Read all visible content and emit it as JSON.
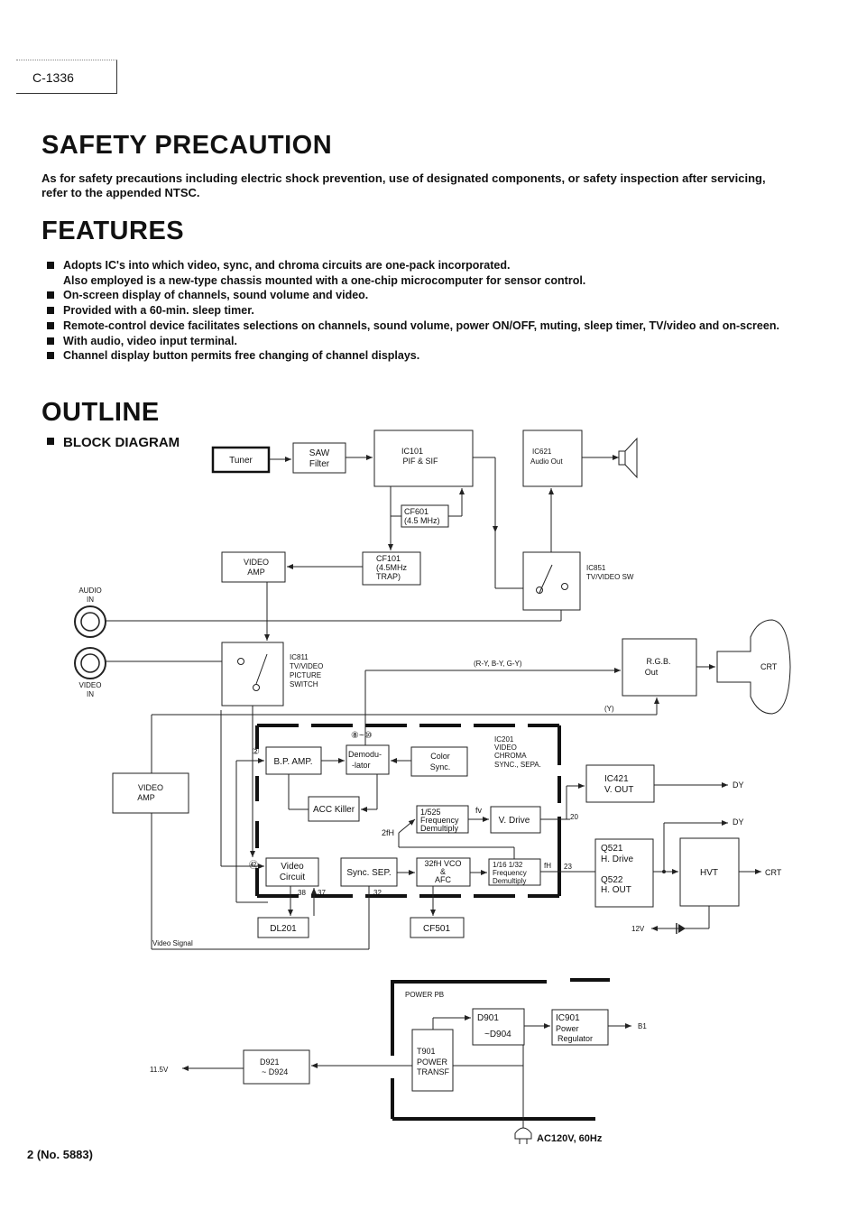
{
  "model_number": "C-1336",
  "safety": {
    "title": "SAFETY PRECAUTION",
    "text": "As for safety precautions including electric shock prevention, use of designated components, or safety inspection after servicing, refer to the appended NTSC."
  },
  "features": {
    "title": "FEATURES",
    "items": [
      {
        "text": "Adopts IC's into which video, sync, and chroma circuits are one-pack incorporated.",
        "bullet": true
      },
      {
        "text": "Also employed is a new-type chassis mounted with a one-chip microcomputer for sensor control.",
        "bullet": false
      },
      {
        "text": "On-screen display of channels, sound volume and video.",
        "bullet": true
      },
      {
        "text": "Provided with a 60-min. sleep timer.",
        "bullet": true
      },
      {
        "text": "Remote-control device facilitates selections on channels, sound volume, power ON/OFF, muting, sleep timer, TV/video and on-screen.",
        "bullet": true
      },
      {
        "text": "With audio, video input terminal.",
        "bullet": true
      },
      {
        "text": "Channel display button permits free changing of channel displays.",
        "bullet": true
      }
    ]
  },
  "outline": {
    "title": "OUTLINE",
    "block_diagram_label": "BLOCK DIAGRAM"
  },
  "diagram": {
    "tuner": "Tuner",
    "saw_1": "SAW",
    "saw_2": "Filter",
    "ic101_1": "IC101",
    "ic101_2": "PIF & SIF",
    "ic621_1": "IC621",
    "ic621_2": "Audio Out",
    "cf601_1": "CF601",
    "cf601_2": "(4.5 MHz)",
    "cf101_1": "CF101",
    "cf101_2": "(4.5MHz",
    "cf101_3": "TRAP)",
    "video_amp_top_1": "VIDEO",
    "video_amp_top_2": "AMP",
    "ic851_1": "IC851",
    "ic851_2": "TV/VIDEO SW",
    "audio_in_1": "AUDIO",
    "audio_in_2": "IN",
    "video_in_1": "VIDEO",
    "video_in_2": "IN",
    "ic811_1": "IC811",
    "ic811_2": "TV/VIDEO",
    "ic811_3": "PICTURE",
    "ic811_4": "SWITCH",
    "ry_by_gy": "(R-Y, B-Y, G-Y)",
    "rgb_1": "R.G.B.",
    "rgb_2": "Out",
    "crt": "CRT",
    "y_signal": "(Y)",
    "pin_8_10": "⑧~⑩",
    "pin_2": "②",
    "pin_42": "㊷",
    "ic201_1": "IC201",
    "ic201_2": "VIDEO",
    "ic201_3": "CHROMA",
    "ic201_4": "SYNC., SEPA.",
    "bp_amp": "B.P. AMP.",
    "demod_1": "Demodu-",
    "demod_2": "-lator",
    "color_sync_1": "Color",
    "color_sync_2": "Sync.",
    "acc_killer": "ACC Killer",
    "freq525_1": "1/525",
    "freq525_2": "Frequency",
    "freq525_3": "Demultiply",
    "fv": "fv",
    "v_drive": "V. Drive",
    "pin_20": "20",
    "two_fh": "2fH",
    "video_circuit_1": "Video",
    "video_circuit_2": "Circuit",
    "sync_sep": "Sync. SEP.",
    "vco_1": "32fH VCO",
    "vco_2": "&",
    "vco_3": "AFC",
    "freq1632_1": "1/16  1/32",
    "freq1632_2": "Frequency",
    "freq1632_3": "Demultiply",
    "fh": "fH",
    "pin_23": "23",
    "pin_38": "38",
    "pin_37": "37",
    "pin_32": "32",
    "video_amp_left_1": "VIDEO",
    "video_amp_left_2": "AMP",
    "dl201": "DL201",
    "cf501": "CF501",
    "video_signal": "Video Signal",
    "ic421_1": "IC421",
    "ic421_2": "V. OUT",
    "dy_1": "DY",
    "dy_2": "DY",
    "q521_1": "Q521",
    "q521_2": "H. Drive",
    "q522_1": "Q522",
    "q522_2": "H. OUT",
    "hvt": "HVT",
    "crt_out": "CRT",
    "v12": "12V",
    "power_pb": "POWER PB",
    "d901_1": "D901",
    "d901_2": "~D904",
    "ic901_1": "IC901",
    "ic901_2": "Power",
    "ic901_3": "Regulator",
    "b1": "B1",
    "t901_1": "T901",
    "t901_2": "POWER",
    "t901_3": "TRANSF",
    "d921_1": "D921",
    "d921_2": "~ D924",
    "v115": "11.5V",
    "ac": "AC120V, 60Hz"
  },
  "footer": "2 (No. 5883)"
}
